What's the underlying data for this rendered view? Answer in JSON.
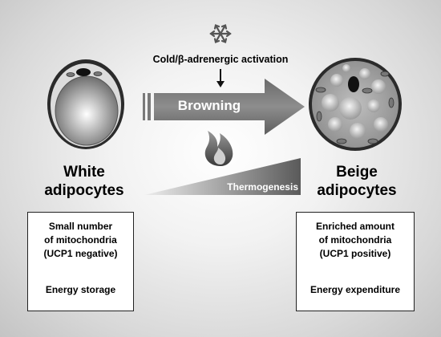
{
  "trigger": "Cold/β-adrenergic activation",
  "process": "Browning",
  "gradient_label": "Thermogenesis",
  "left": {
    "title_line1": "White",
    "title_line2": "adipocytes",
    "box": {
      "line1": "Small number",
      "line2": "of mitochondria",
      "line3": "(UCP1 negative)",
      "result": "Energy storage"
    }
  },
  "right": {
    "title_line1": "Beige",
    "title_line2": "adipocytes",
    "box": {
      "line1": "Enriched amount",
      "line2": "of mitochondria",
      "line3": "(UCP1 positive)",
      "result": "Energy expenditure"
    }
  },
  "icons": {
    "cold": "snowflake-icon",
    "heat": "flame-icon"
  }
}
